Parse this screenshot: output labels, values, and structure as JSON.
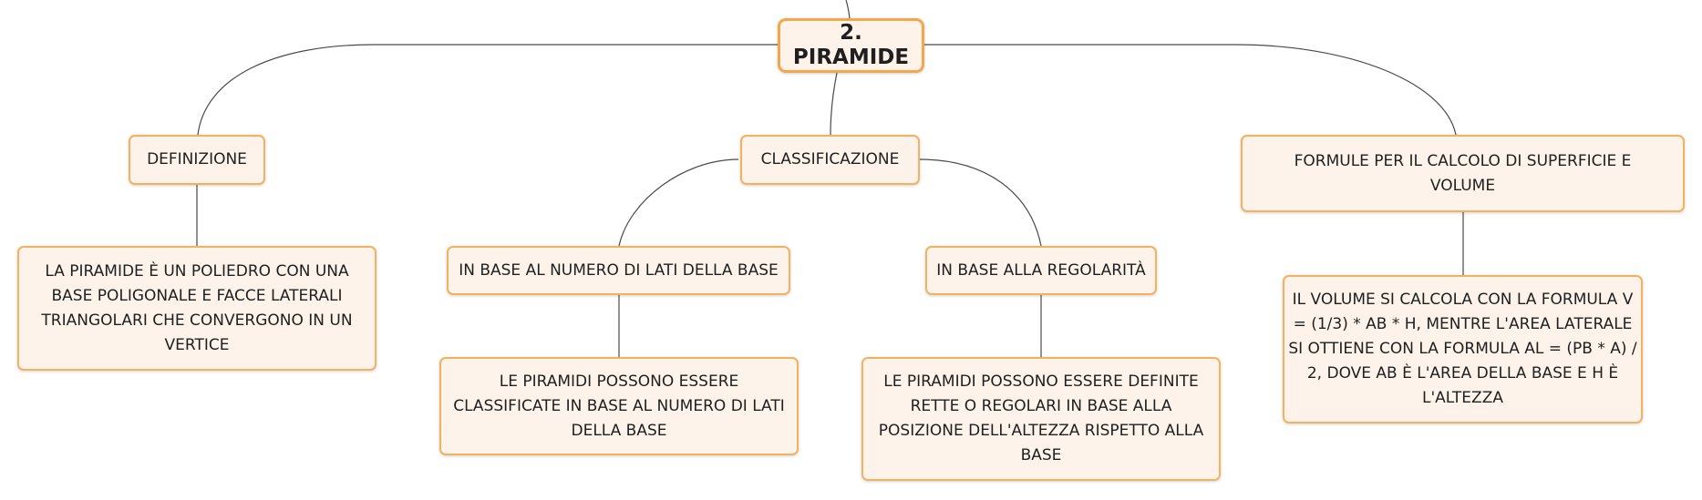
{
  "root": {
    "label": "2. PIRAMIDE"
  },
  "branches": {
    "definizione": {
      "label": "DEFINIZIONE",
      "detail": "LA PIRAMIDE È UN POLIEDRO CON UNA BASE POLIGONALE E FACCE LATERALI TRIANGOLARI CHE CONVERGONO IN UN VERTICE"
    },
    "classificazione": {
      "label": "CLASSIFICAZIONE",
      "lati": {
        "label": "IN BASE AL NUMERO DI LATI DELLA BASE",
        "detail": "LE PIRAMIDI POSSONO ESSERE CLASSIFICATE IN BASE AL NUMERO DI LATI DELLA BASE"
      },
      "regolarita": {
        "label": "IN BASE ALLA REGOLARITÀ",
        "detail": "LE PIRAMIDI POSSONO ESSERE DEFINITE RETTE O REGOLARI IN BASE ALLA POSIZIONE DELL'ALTEZZA RISPETTO ALLA BASE"
      }
    },
    "formule": {
      "label": "FORMULE PER IL CALCOLO DI SUPERFICIE E VOLUME",
      "detail": "IL VOLUME SI CALCOLA CON LA FORMULA V = (1/3) * AB * H, MENTRE L'AREA LATERALE SI OTTIENE CON LA FORMULA AL = (PB * A) / 2, DOVE AB È L'AREA DELLA BASE E H È L'ALTEZZA"
    }
  },
  "colors": {
    "node_fill": "#fdf3ea",
    "node_border": "#f3b25f",
    "edge": "#4a4a4a"
  }
}
